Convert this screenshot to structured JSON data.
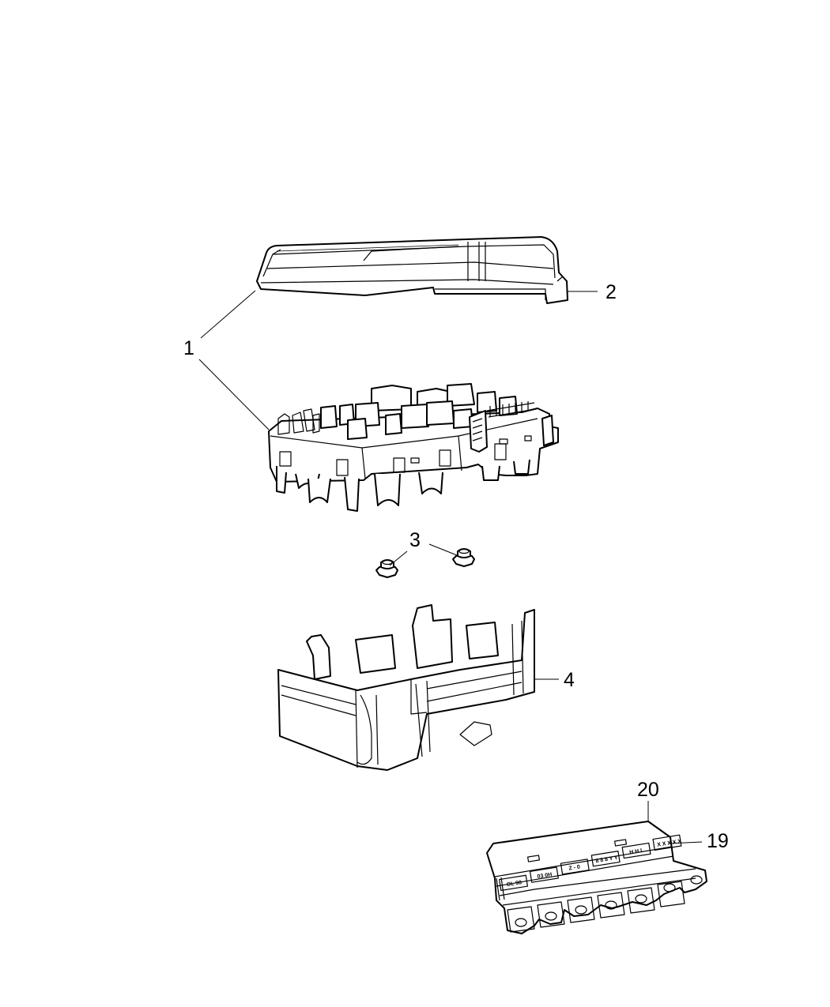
{
  "diagram": {
    "callouts": [
      {
        "id": "part-1",
        "label": "1"
      },
      {
        "id": "part-2",
        "label": "2"
      },
      {
        "id": "part-3",
        "label": "3"
      },
      {
        "id": "part-4",
        "label": "4"
      },
      {
        "id": "part-20",
        "label": "20"
      },
      {
        "id": "part-19",
        "label": "19"
      }
    ],
    "fuse_labels": [
      "OL 98",
      "03 0H",
      "Z - 0",
      "8 8 8 Y Y",
      "H H L",
      "X X X X X"
    ]
  }
}
